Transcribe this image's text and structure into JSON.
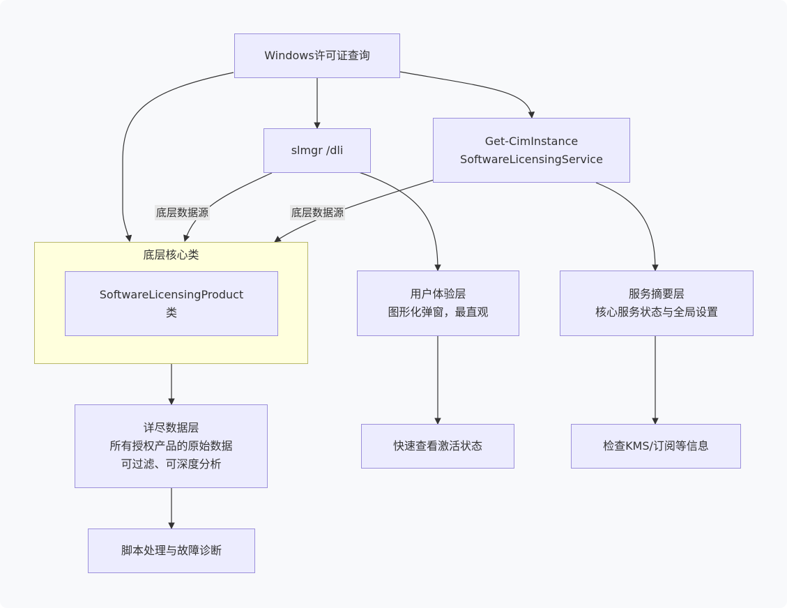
{
  "nodes": {
    "query": "Windows许可证查询",
    "slmgr": "slmgr /dli",
    "cim_line1": "Get-CimInstance",
    "cim_line2": "SoftwareLicensingService",
    "product_line1": "SoftwareLicensingProduct",
    "product_line2": "类",
    "user_line1": "用户体验层",
    "user_line2": "图形化弹窗，最直观",
    "service_line1": "服务摘要层",
    "service_line2": "核心服务状态与全局设置",
    "detail_line1": "详尽数据层",
    "detail_line2": "所有授权产品的原始数据",
    "detail_line3": "可过滤、可深度分析",
    "quick": "快速查看激活状态",
    "kms": "检查KMS/订阅等信息",
    "script": "脚本处理与故障诊断"
  },
  "cluster": {
    "title": "底层核心类"
  },
  "edge_labels": {
    "left": "底层数据源",
    "right": "底层数据源"
  },
  "colors": {
    "node_fill": "#ececfe",
    "node_border": "#9b8fdb",
    "cluster_fill": "#ffffdd",
    "cluster_border": "#b8b86a",
    "edge": "#333333"
  }
}
